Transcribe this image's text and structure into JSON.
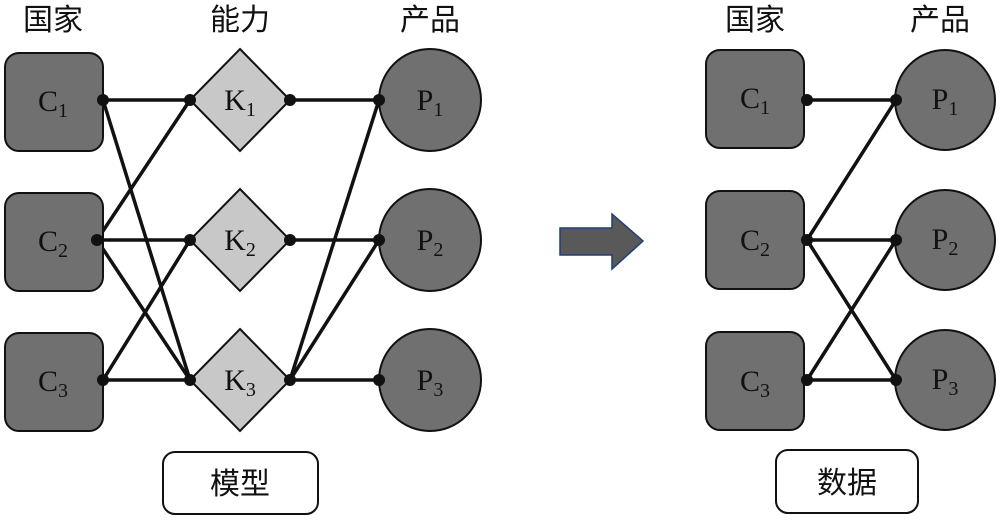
{
  "headers": {
    "left": {
      "country": "国家",
      "capability": "能力",
      "product": "产品"
    },
    "right": {
      "country": "国家",
      "product": "产品"
    }
  },
  "left_panel": {
    "countries": [
      {
        "letter": "C",
        "sub": "1"
      },
      {
        "letter": "C",
        "sub": "2"
      },
      {
        "letter": "C",
        "sub": "3"
      }
    ],
    "capabilities": [
      {
        "letter": "K",
        "sub": "1"
      },
      {
        "letter": "K",
        "sub": "2"
      },
      {
        "letter": "K",
        "sub": "3"
      }
    ],
    "products": [
      {
        "letter": "P",
        "sub": "1"
      },
      {
        "letter": "P",
        "sub": "2"
      },
      {
        "letter": "P",
        "sub": "3"
      }
    ],
    "country_capability_edges": [
      [
        0,
        0
      ],
      [
        0,
        2
      ],
      [
        1,
        0
      ],
      [
        1,
        1
      ],
      [
        1,
        2
      ],
      [
        2,
        1
      ],
      [
        2,
        2
      ]
    ],
    "capability_product_edges": [
      [
        0,
        0
      ],
      [
        1,
        1
      ],
      [
        2,
        0
      ],
      [
        2,
        1
      ],
      [
        2,
        2
      ]
    ],
    "label": "模型"
  },
  "right_panel": {
    "countries": [
      {
        "letter": "C",
        "sub": "1"
      },
      {
        "letter": "C",
        "sub": "2"
      },
      {
        "letter": "C",
        "sub": "3"
      }
    ],
    "products": [
      {
        "letter": "P",
        "sub": "1"
      },
      {
        "letter": "P",
        "sub": "2"
      },
      {
        "letter": "P",
        "sub": "3"
      }
    ],
    "country_product_edges": [
      [
        0,
        0
      ],
      [
        1,
        0
      ],
      [
        1,
        1
      ],
      [
        1,
        2
      ],
      [
        2,
        1
      ],
      [
        2,
        2
      ]
    ],
    "label": "数据"
  },
  "colors": {
    "country_fill": "#707070",
    "capability_fill": "#c8c8c8",
    "product_fill": "#707070",
    "arrow_fill": "#595959",
    "arrow_stroke": "#1f3f7a",
    "stroke": "#111111"
  }
}
